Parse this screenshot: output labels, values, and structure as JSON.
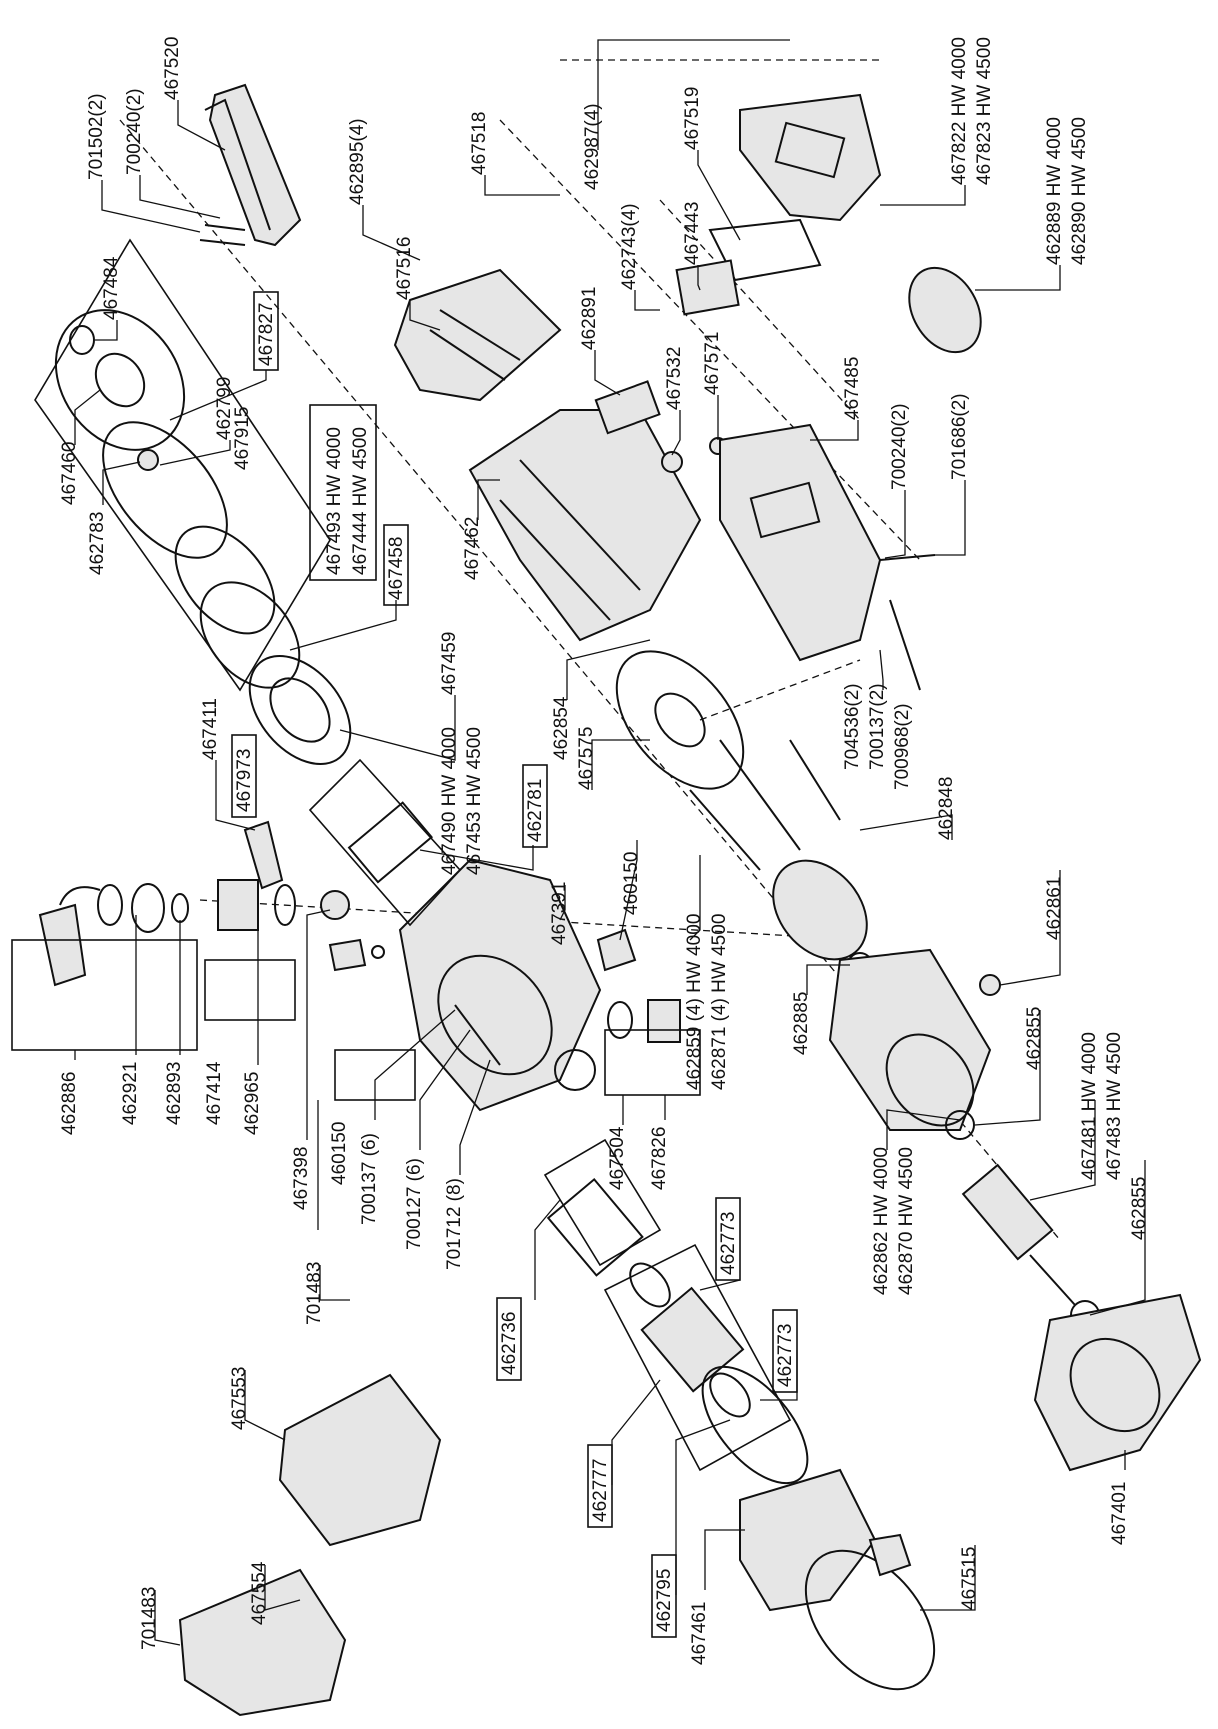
{
  "labels": {
    "p701502": "701502(2)",
    "p700240a": "700240(2)",
    "p467520": "467520",
    "p462895": "462895(4)",
    "p467518": "467518",
    "p462987": "462987(4)",
    "p467519": "467519",
    "p467822": "467822 HW 4000",
    "p467823": "467823 HW 4500",
    "p462889": "462889 HW 4000",
    "p462890": "462890 HW 4500",
    "p467484": "467484",
    "p467827": "467827",
    "p467493": "467493 HW 4000",
    "p467444": "467444 HW 4500",
    "p462799": "462799",
    "p467915": "467915",
    "p467460": "467460",
    "p462783": "462783",
    "p467516": "467516",
    "p462743": "462743(4)",
    "p467443": "467443",
    "p462891": "462891",
    "p467532": "467532",
    "p467571": "467571",
    "p467485": "467485",
    "p700240b": "700240(2)",
    "p701686": "701686(2)",
    "p467462": "467462",
    "p467458": "467458",
    "p467459": "467459",
    "p467490": "467490 HW 4000",
    "p467453": "467453 HW 4500",
    "p467973": "467973",
    "p462781": "462781",
    "p467411": "467411",
    "p462854": "462854",
    "p467575": "467575",
    "p704536": "704536(2)",
    "p700137b": "700137(2)",
    "p700968": "700968(2)",
    "p462848": "462848",
    "p467391": "467391",
    "p460150a": "460150",
    "p462859": "462859 (4) HW 4000",
    "p462871": "462871 (4) HW 4500",
    "p462861": "462861",
    "p462885": "462885",
    "p462855a": "462855",
    "p467481": "467481 HW 4000",
    "p467483": "467483 HW 4500",
    "p462886": "462886",
    "p462921": "462921",
    "p462893": "462893",
    "p467414": "467414",
    "p462965": "462965",
    "p467398": "467398",
    "p460150b": "460150",
    "p700137a": "700137 (6)",
    "p700127": "700127 (6)",
    "p701712": "701712 (8)",
    "p467504": "467504",
    "p467826": "467826",
    "p462862": "462862 HW 4000",
    "p462870": "462870 HW 4500",
    "p462855b": "462855",
    "p701483a": "701483",
    "p467553": "467553",
    "p462736": "462736",
    "p462773a": "462773",
    "p462773b": "462773",
    "p462777": "462777",
    "p462795": "462795",
    "p467401": "467401",
    "p701483b": "701483",
    "p467554": "467554",
    "p467461": "467461",
    "p467515": "467515"
  }
}
